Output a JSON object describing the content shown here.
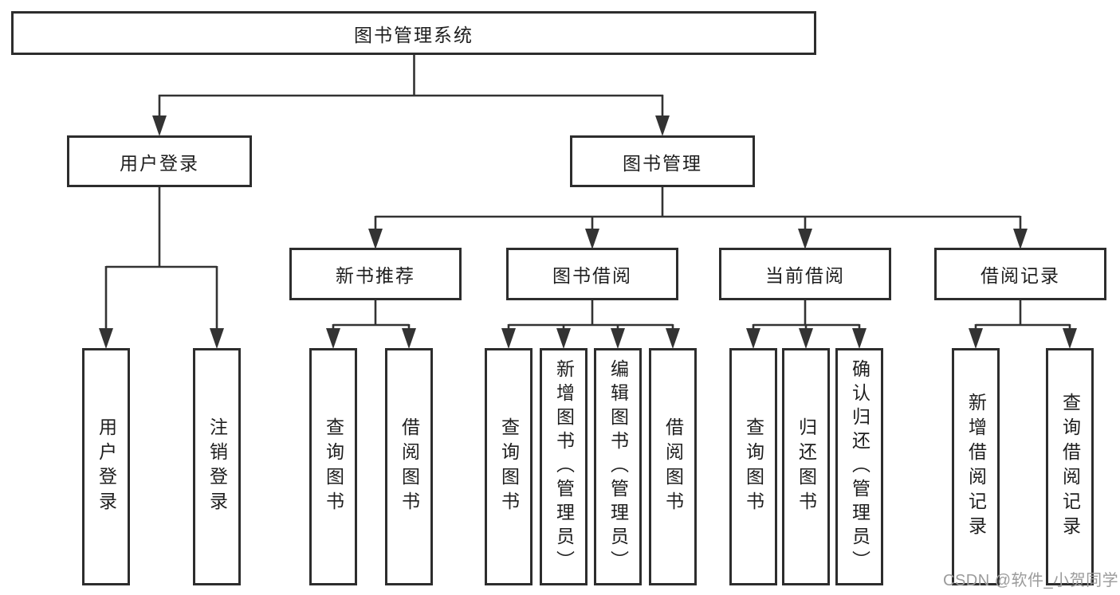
{
  "diagram": {
    "type": "function-structure-tree",
    "root": {
      "label": "图书管理系统"
    },
    "branches": [
      {
        "label": "用户登录",
        "leaves": [
          {
            "label": "用户登录"
          },
          {
            "label": "注销登录"
          }
        ]
      },
      {
        "label": "图书管理",
        "groups": [
          {
            "label": "新书推荐",
            "leaves": [
              {
                "label": "查询图书"
              },
              {
                "label": "借阅图书"
              }
            ]
          },
          {
            "label": "图书借阅",
            "leaves": [
              {
                "label": "查询图书"
              },
              {
                "label": "新增图书（管理员）"
              },
              {
                "label": "编辑图书（管理员）"
              },
              {
                "label": "借阅图书"
              }
            ]
          },
          {
            "label": "当前借阅",
            "leaves": [
              {
                "label": "查询图书"
              },
              {
                "label": "归还图书"
              },
              {
                "label": "确认归还（管理员）"
              }
            ]
          },
          {
            "label": "借阅记录",
            "leaves": [
              {
                "label": "新增借阅记录"
              },
              {
                "label": "查询借阅记录"
              }
            ]
          }
        ]
      }
    ]
  },
  "watermark": "CSDN @软件_小贺同学",
  "colors": {
    "line": "#333333",
    "box_border": "#2d2d2d",
    "text": "#1e1e1e",
    "watermark": "#9b9b9b",
    "background": "#ffffff"
  }
}
